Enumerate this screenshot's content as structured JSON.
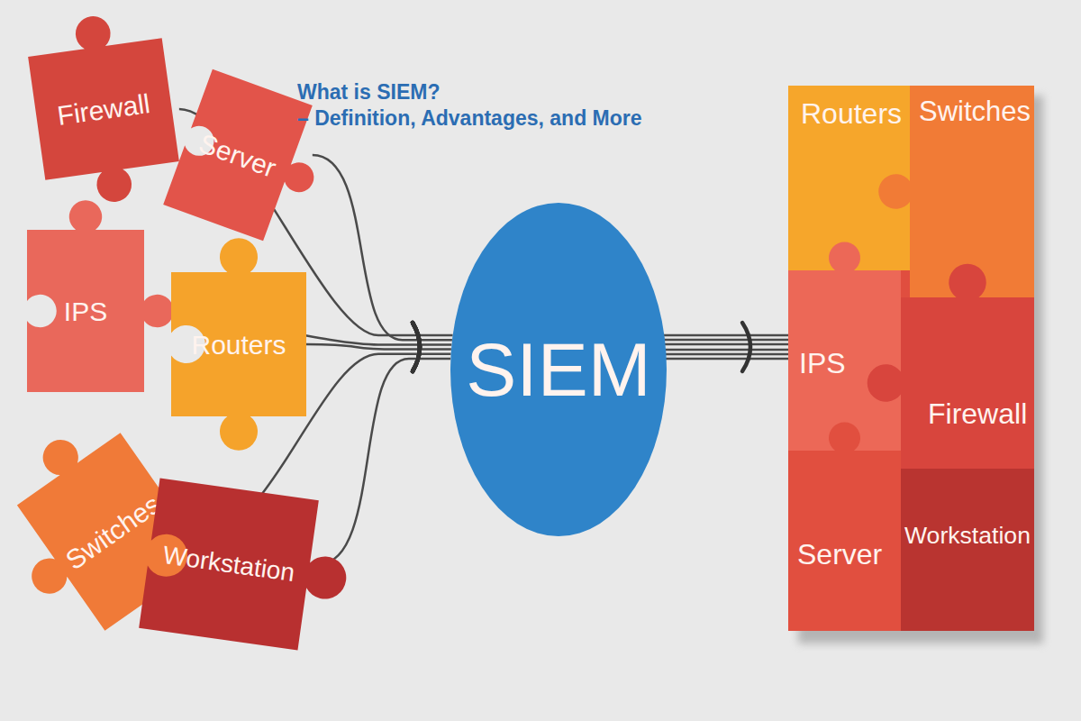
{
  "diagram": {
    "title": "What is SIEM? – Definition, Advantages, and More",
    "nodes": [
      {
        "text": [
          "Firewall"
        ]
      },
      {
        "text": [
          "Server"
        ]
      },
      {
        "text": [
          "IPS"
        ]
      },
      {
        "text": [
          "Routers"
        ]
      },
      {
        "text": [
          "Switches"
        ]
      },
      {
        "text": [
          "Workstation"
        ]
      },
      {
        "text": [
          "SIEM"
        ]
      },
      {
        "text": [
          "Routers"
        ]
      },
      {
        "text": [
          "Switches"
        ]
      },
      {
        "text": [
          "IPS"
        ]
      },
      {
        "text": [
          "Firewall"
        ]
      },
      {
        "text": [
          "Server"
        ]
      },
      {
        "text": [
          "Workstation"
        ]
      }
    ],
    "edges": [
      {
        "from": 0,
        "to": 6,
        "arrow": "to"
      },
      {
        "from": 1,
        "to": 6,
        "arrow": "to"
      },
      {
        "from": 2,
        "to": 6,
        "arrow": "to"
      },
      {
        "from": 3,
        "to": 6,
        "arrow": "to"
      },
      {
        "from": 4,
        "to": 6,
        "arrow": "to"
      },
      {
        "from": 5,
        "to": 6,
        "arrow": "to"
      }
    ]
  }
}
